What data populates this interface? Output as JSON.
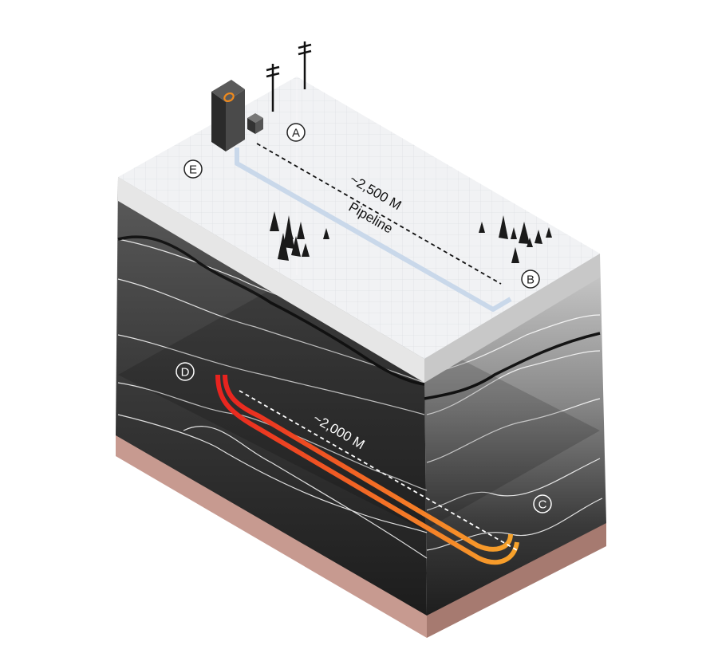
{
  "labels": {
    "a": "A",
    "b": "B",
    "c": "C",
    "d": "D",
    "e": "E"
  },
  "distances": {
    "surface": "~2,500 M",
    "pipeline": "Pipeline",
    "underground": "~2,000 M"
  },
  "colors": {
    "hot_pipe": "#e8231f",
    "warm_pipe": "#f7a32b",
    "cold_pipe": "#4aa0c8",
    "surface_pipe": "#c9d8ea",
    "plant": "#3c3c3c",
    "plant_ring": "#f08a1c"
  }
}
